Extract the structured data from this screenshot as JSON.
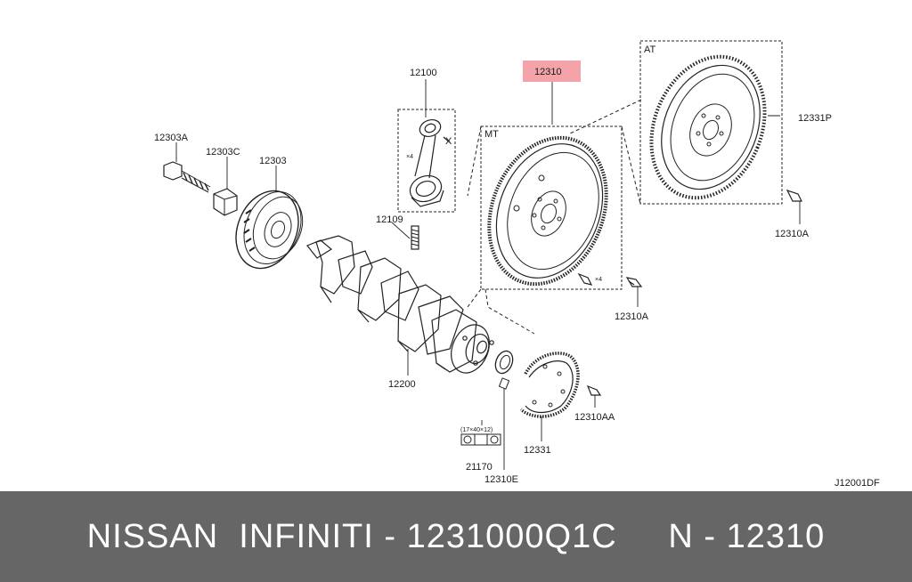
{
  "diagram": {
    "labels": {
      "p12303A": "12303A",
      "p12303C": "12303C",
      "p12303": "12303",
      "p12100": "12100",
      "p12109": "12109",
      "p12200": "12200",
      "p12310": "12310",
      "mt": "MT",
      "at": "AT",
      "p12331P": "12331P",
      "p12310A_at": "12310A",
      "p12310A_mt": "12310A",
      "p12310AA": "12310AA",
      "p12331": "12331",
      "p21170": "21170",
      "p12310E": "12310E",
      "bearing_size": "(17×40×12)",
      "x4_a": "×4",
      "x4_b": "×4",
      "x_mark": "X",
      "drawing_code": "J12001DF"
    },
    "highlight_color": "#f4a3a8"
  },
  "footer": {
    "text": "NISSAN  INFINITI - 1231000Q1C     N - 12310",
    "background": "#666666"
  }
}
